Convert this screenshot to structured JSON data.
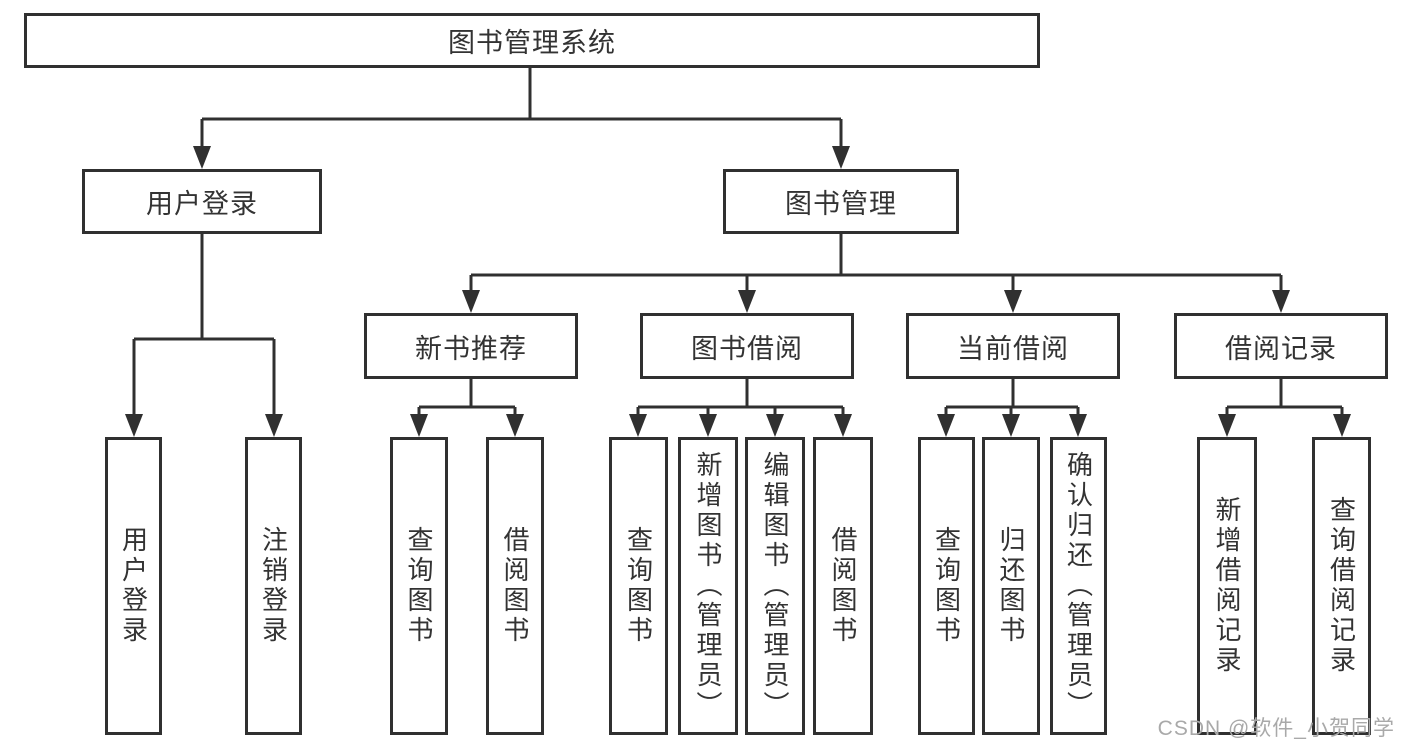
{
  "diagram": {
    "type": "hierarchy-tree",
    "colors": {
      "line": "#303030",
      "box_border": "#303030",
      "box_background": "#ffffff",
      "text": "#333333",
      "watermark": "#a9a9a9"
    }
  },
  "tree": {
    "label": "图书管理系统",
    "children": [
      {
        "label": "用户登录",
        "children": [
          {
            "label": "用户登录"
          },
          {
            "label": "注销登录"
          }
        ]
      },
      {
        "label": "图书管理",
        "children": [
          {
            "label": "新书推荐",
            "children": [
              {
                "label": "查询图书"
              },
              {
                "label": "借阅图书"
              }
            ]
          },
          {
            "label": "图书借阅",
            "children": [
              {
                "label": "查询图书"
              },
              {
                "label": "新增图书（管理员）"
              },
              {
                "label": "编辑图书（管理员）"
              },
              {
                "label": "借阅图书"
              }
            ]
          },
          {
            "label": "当前借阅",
            "children": [
              {
                "label": "查询图书"
              },
              {
                "label": "归还图书"
              },
              {
                "label": "确认归还（管理员）"
              }
            ]
          },
          {
            "label": "借阅记录",
            "children": [
              {
                "label": "新增借阅记录"
              },
              {
                "label": "查询借阅记录"
              }
            ]
          }
        ]
      }
    ]
  },
  "watermark": {
    "text": "CSDN @软件_小贺同学"
  }
}
